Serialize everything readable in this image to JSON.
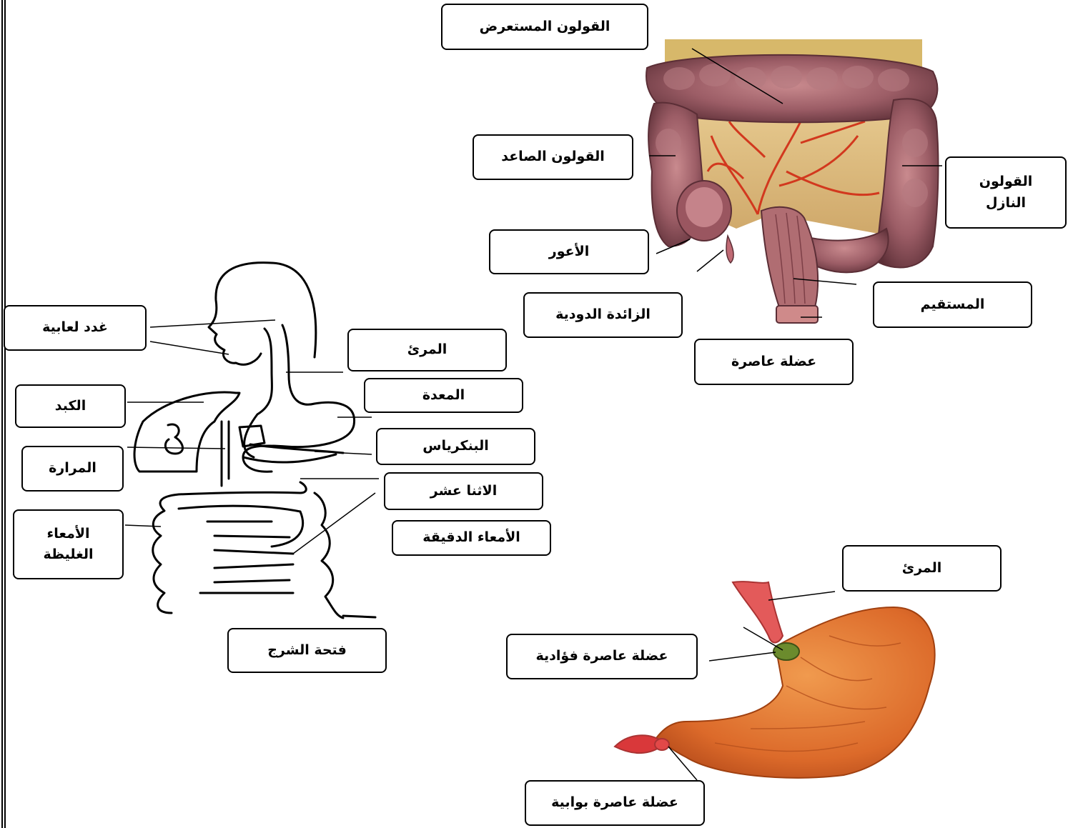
{
  "colon_diagram": {
    "labels": {
      "transverse_colon": "القولون المستعرض",
      "ascending_colon": "القولون الصاعد",
      "descending_colon": "القولون\nالنازل",
      "cecum": "الأعور",
      "appendix": "الزائدة الدودية",
      "rectum": "المستقيم",
      "sphincter": "عضلة عاصرة"
    }
  },
  "digestive_system": {
    "labels": {
      "salivary_glands": "غدد لعابية",
      "esophagus": "المرئ",
      "stomach": "المعدة",
      "liver": "الكبد",
      "pancreas": "البنكرياس",
      "gallbladder": "المرارة",
      "duodenum": "الاثنا عشر",
      "large_intestine": "الأمعاء\nالغليظة",
      "small_intestine": "الأمعاء الدقيقة",
      "anus": "فتحة الشرج"
    }
  },
  "stomach_diagram": {
    "labels": {
      "esophagus": "المرئ",
      "cardiac_sphincter": "عضلة عاصرة فؤادية",
      "pyloric_sphincter": "عضلة عاصرة بوابية"
    }
  }
}
